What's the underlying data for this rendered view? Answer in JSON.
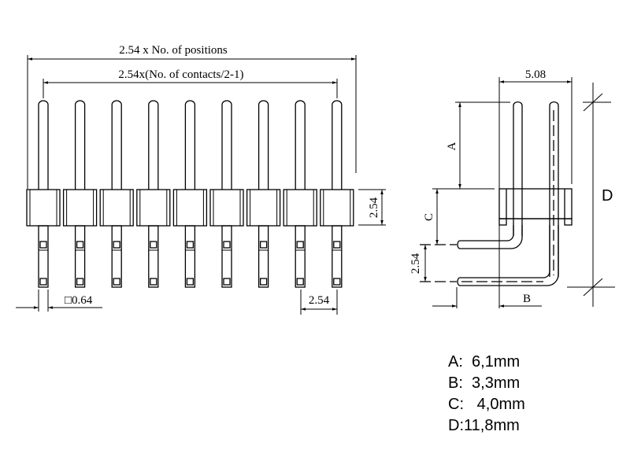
{
  "front_view": {
    "pin_count": 9,
    "dim_total": "2.54 x No. of positions",
    "dim_contacts": "2.54x(No. of contacts/2-1)",
    "dim_body_height": "2.54",
    "dim_pin_size": "□0.64",
    "dim_pitch": "2.54"
  },
  "side_view": {
    "dim_row_spacing": "5.08",
    "label_a": "A",
    "label_b": "B",
    "label_c": "C",
    "label_d": "D",
    "dim_pitch": "2.54"
  },
  "legend": [
    {
      "text": "A:  6,1mm"
    },
    {
      "text": "B:  3,3mm"
    },
    {
      "text": "C:   4,0mm"
    },
    {
      "text": "D:11,8mm"
    }
  ]
}
